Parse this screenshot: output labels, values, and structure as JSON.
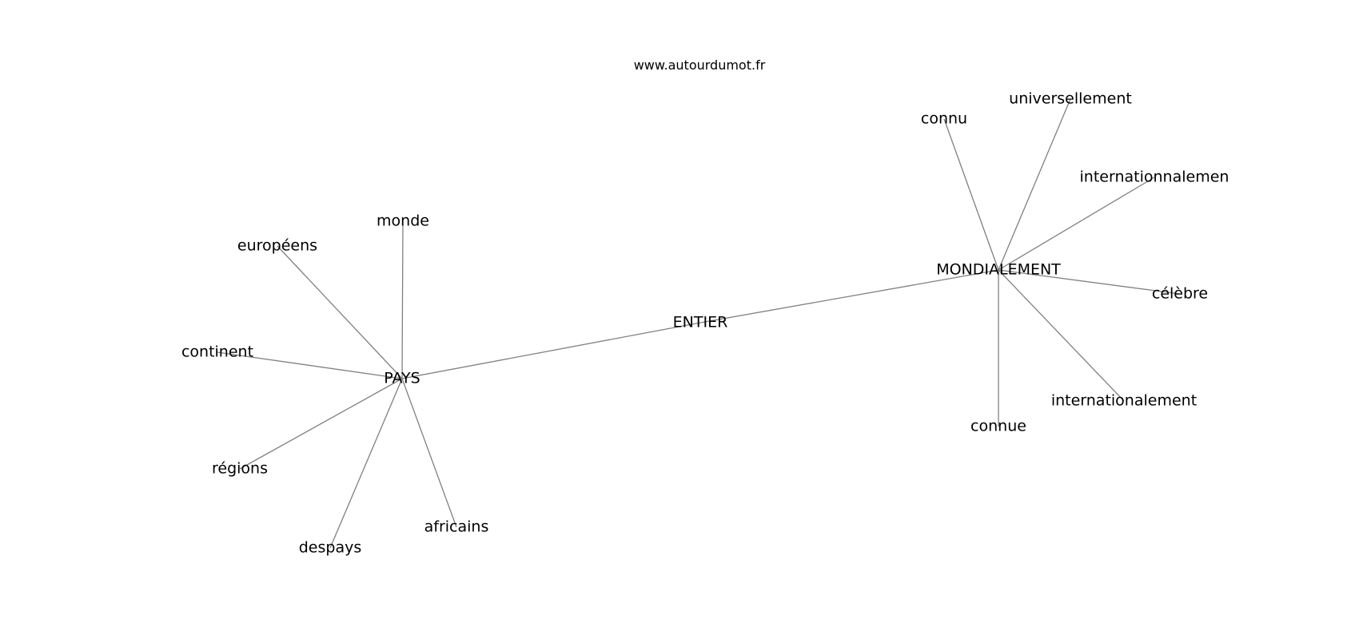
{
  "watermark": "www.autourdumot.fr",
  "graph": {
    "nodes": [
      {
        "id": "ENTIER",
        "label": "ENTIER"
      },
      {
        "id": "PAYS",
        "label": "PAYS"
      },
      {
        "id": "MONDIALEMENT",
        "label": "MONDIALEMENT"
      },
      {
        "id": "monde",
        "label": "monde"
      },
      {
        "id": "europeens",
        "label": "européens"
      },
      {
        "id": "continent",
        "label": "continent"
      },
      {
        "id": "regions",
        "label": "régions"
      },
      {
        "id": "despays",
        "label": "despays"
      },
      {
        "id": "africains",
        "label": "africains"
      },
      {
        "id": "connu",
        "label": "connu"
      },
      {
        "id": "universellement",
        "label": "universellement"
      },
      {
        "id": "internationnalement",
        "label": "internationnalemen"
      },
      {
        "id": "celebre",
        "label": "célèbre"
      },
      {
        "id": "internationalement",
        "label": "internationalement"
      },
      {
        "id": "connue",
        "label": "connue"
      }
    ],
    "edges": [
      [
        "ENTIER",
        "PAYS"
      ],
      [
        "ENTIER",
        "MONDIALEMENT"
      ],
      [
        "PAYS",
        "monde"
      ],
      [
        "PAYS",
        "europeens"
      ],
      [
        "PAYS",
        "continent"
      ],
      [
        "PAYS",
        "regions"
      ],
      [
        "PAYS",
        "despays"
      ],
      [
        "PAYS",
        "africains"
      ],
      [
        "MONDIALEMENT",
        "connu"
      ],
      [
        "MONDIALEMENT",
        "universellement"
      ],
      [
        "MONDIALEMENT",
        "internationnalement"
      ],
      [
        "MONDIALEMENT",
        "celebre"
      ],
      [
        "MONDIALEMENT",
        "internationalement"
      ],
      [
        "MONDIALEMENT",
        "connue"
      ]
    ]
  }
}
